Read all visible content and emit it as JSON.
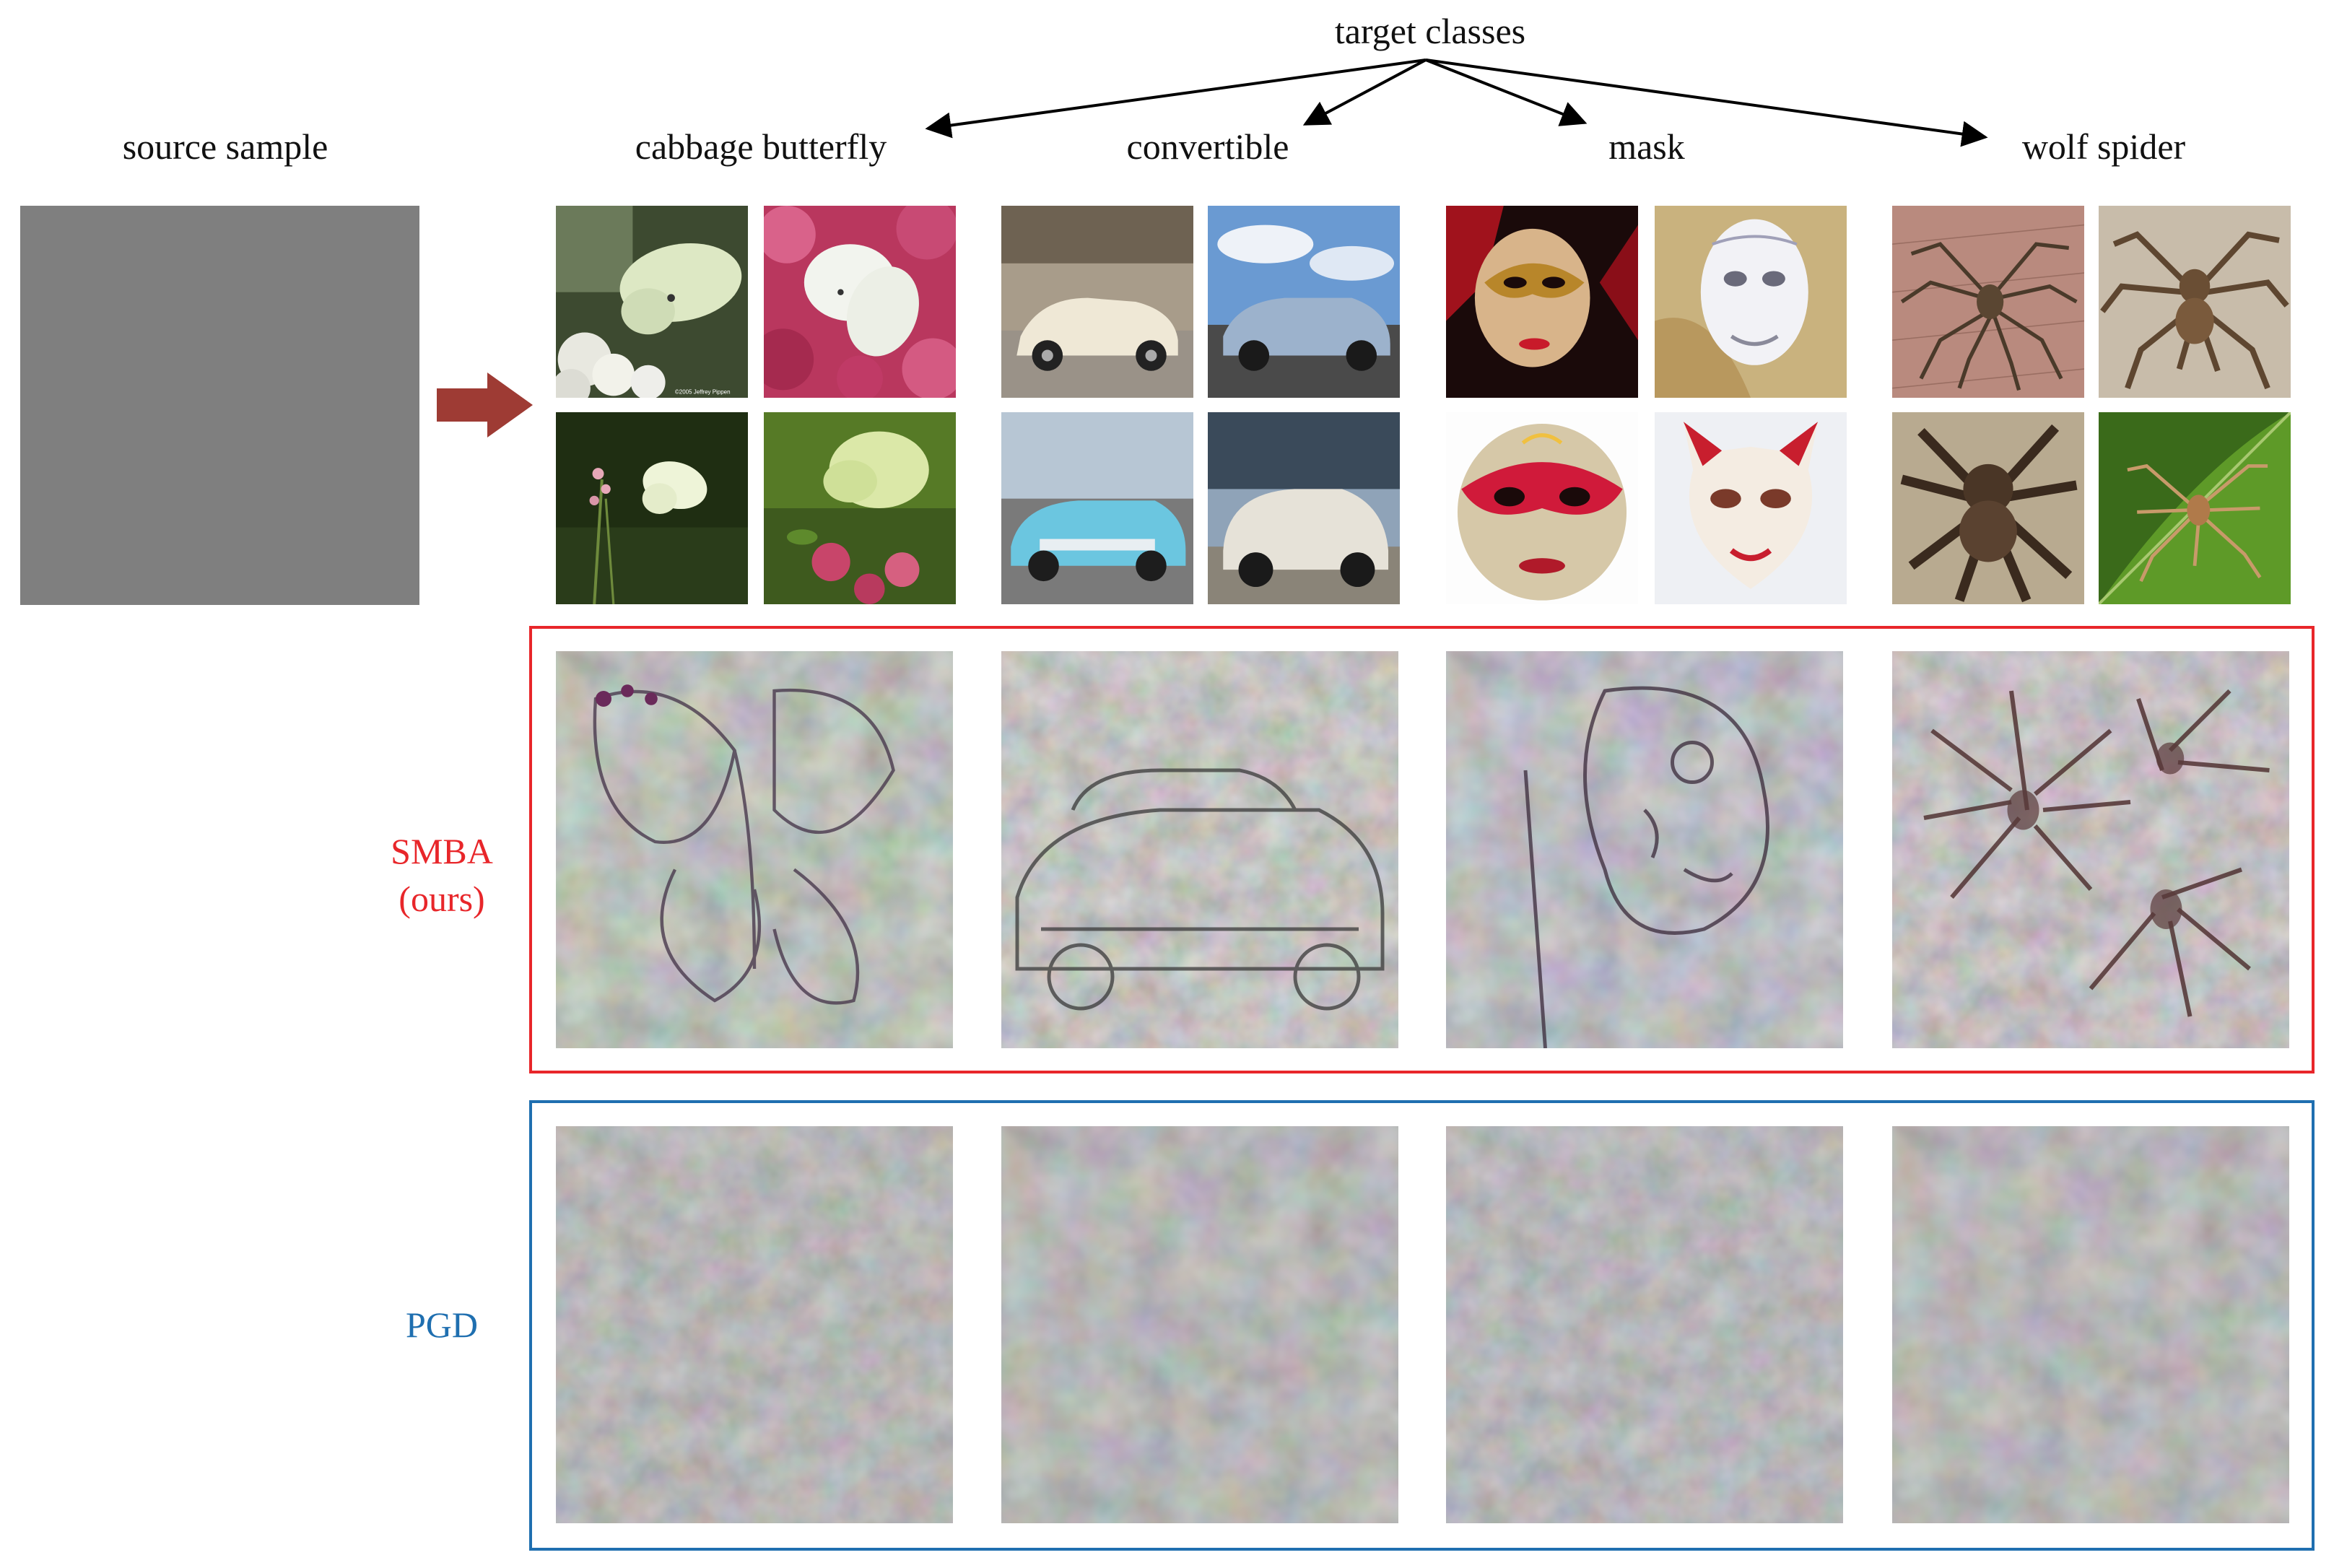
{
  "header": {
    "target_classes": "target classes",
    "source_sample": "source sample"
  },
  "classes": [
    {
      "name": "cabbage butterfly"
    },
    {
      "name": "convertible"
    },
    {
      "name": "mask"
    },
    {
      "name": "wolf spider"
    }
  ],
  "rows": {
    "smba_line1": "SMBA",
    "smba_line2": "(ours)",
    "pgd": "PGD"
  },
  "watermark": "©2005 Jeffrey Pippen",
  "colors": {
    "smba_box": "#e8262a",
    "pgd_box": "#1f6fb0",
    "arrow": "#9e3b34",
    "source_gray": "#7f7f7f"
  }
}
